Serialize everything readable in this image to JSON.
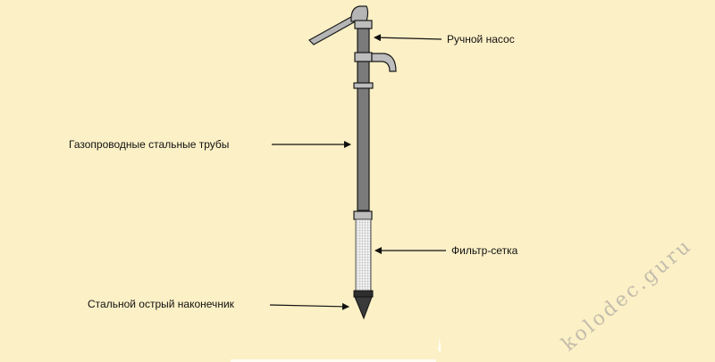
{
  "labels": {
    "pump": "Ручной насос",
    "pipes": "Газопроводные стальные трубы",
    "filter": "Фильтр-сетка",
    "tip": "Стальной острый наконечник"
  },
  "watermark": "kolodec.guru",
  "colors": {
    "background": "#fcf0c6",
    "pipe": "#7a7a7a",
    "coupling": "#bdbdbd",
    "outline": "#1a1a1a",
    "filter_mesh": "#ececec",
    "tip": "#3a3a3a"
  }
}
